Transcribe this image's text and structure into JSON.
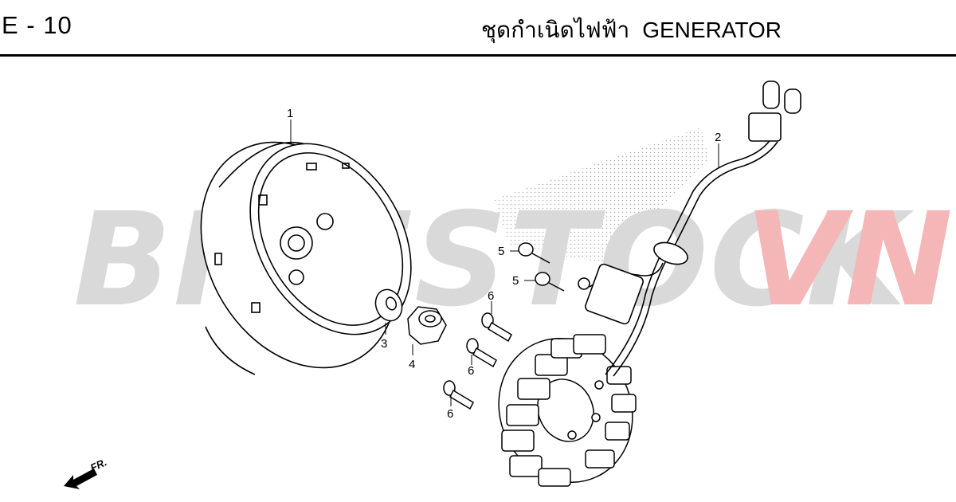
{
  "header": {
    "page_code": "E - 10",
    "title_thai": "ชุดกำเนิดไฟฟ้า",
    "title_en": "GENERATOR"
  },
  "watermark": {
    "text_primary": "BIKESTOCK",
    "text_accent": "VN",
    "primary_color": "#d9d9d9",
    "accent_color": "#f4b6b6"
  },
  "callouts": {
    "flywheel": "1",
    "stator_harness": "2",
    "washer": "3",
    "nut": "4",
    "screw_a": "5",
    "screw_b": "5",
    "bolt_a": "6",
    "bolt_b": "6",
    "bolt_c": "6"
  },
  "direction_marker": "FR."
}
